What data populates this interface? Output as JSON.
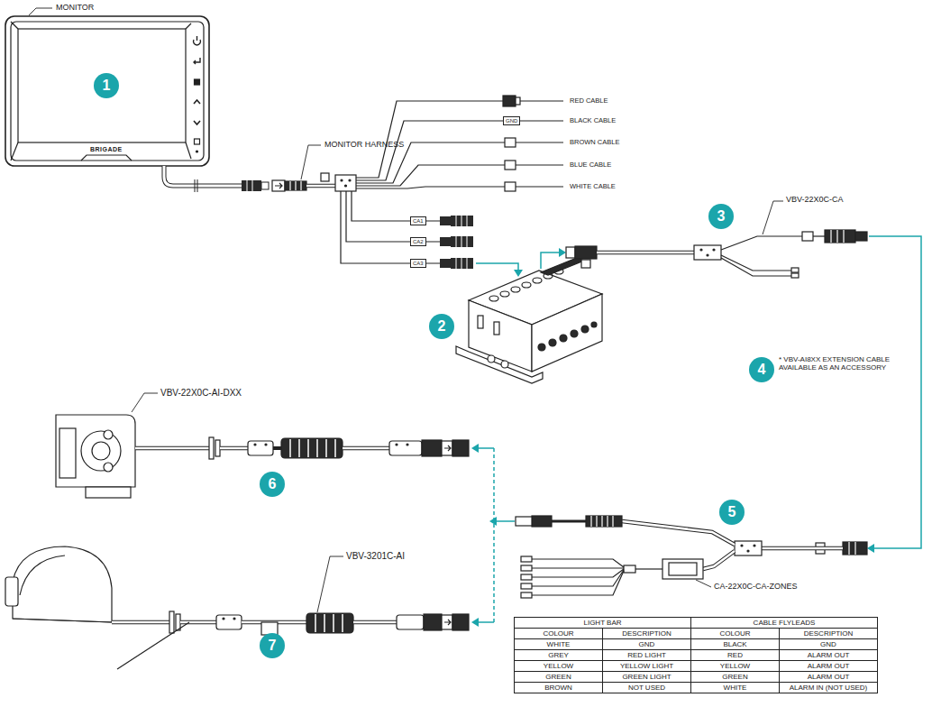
{
  "diagram": {
    "nodes": [
      {
        "text": [
          "1"
        ]
      },
      {
        "text": [
          "2"
        ]
      },
      {
        "text": [
          "3"
        ]
      },
      {
        "text": [
          "4"
        ]
      },
      {
        "text": [
          "5"
        ]
      },
      {
        "text": [
          "6"
        ]
      },
      {
        "text": [
          "7"
        ]
      }
    ],
    "labels": [
      "MONITOR",
      "MONITOR HARNESS",
      "RED CABLE",
      "BLACK CABLE",
      "BROWN CABLE",
      "BLUE CABLE",
      "WHITE CABLE",
      "GND",
      "CA1",
      "CA2",
      "CA3",
      "BRIGADE",
      "VBV-22X0C-CA",
      "* VBV-AI8XX EXTENSION CABLE AVAILABLE AS AN ACCESSORY",
      "VBV-22X0C-AI-DXX",
      "CA-22X0C-CA-ZONES",
      "VBV-3201C-AI",
      "LIGHT BAR",
      "CABLE FLYLEADS",
      "COLOUR",
      "DESCRIPTION",
      "COLOUR",
      "DESCRIPTION",
      "WHITE",
      "GND",
      "BLACK",
      "GND",
      "GREY",
      "RED LIGHT",
      "RED",
      "ALARM OUT",
      "YELLOW",
      "YELLOW LIGHT",
      "YELLOW",
      "ALARM OUT",
      "GREEN",
      "GREEN LIGHT",
      "GREEN",
      "ALARM OUT",
      "BROWN",
      "NOT USED",
      "WHITE",
      "ALARM IN (NOT USED)"
    ]
  }
}
